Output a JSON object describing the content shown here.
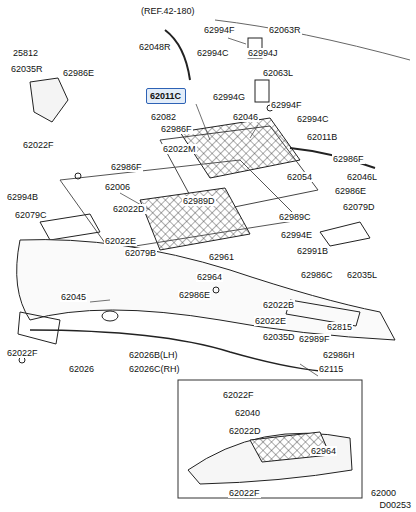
{
  "diagram": {
    "nodes": [
      {
        "text": [
          "62011C"
        ]
      }
    ],
    "labels": [
      "(REF.42-180)",
      "62994F",
      "62063R",
      "62048R",
      "62994J",
      "62994C",
      "25812",
      "62035R",
      "62986E",
      "62063L",
      "62994G",
      "62994F",
      "62082",
      "62046",
      "62994C",
      "62986F",
      "62011B",
      "62022F",
      "62022M",
      "62986F",
      "62986F",
      "62054",
      "62046L",
      "62006",
      "62986E",
      "62994B",
      "62989D",
      "62079D",
      "62079C",
      "62022D",
      "62989C",
      "62994E",
      "62022E",
      "62079B",
      "62991B",
      "62961",
      "62964",
      "62986C",
      "62035L",
      "62045",
      "62986E",
      "62022B",
      "62022E",
      "62815",
      "62035D",
      "62989F",
      "62022F",
      "62026B(LH)",
      "62986H",
      "62026",
      "62026C(RH)",
      "62115",
      "62022F",
      "62040",
      "62022D",
      "62964",
      "62000",
      "62022F",
      "D00253"
    ]
  }
}
